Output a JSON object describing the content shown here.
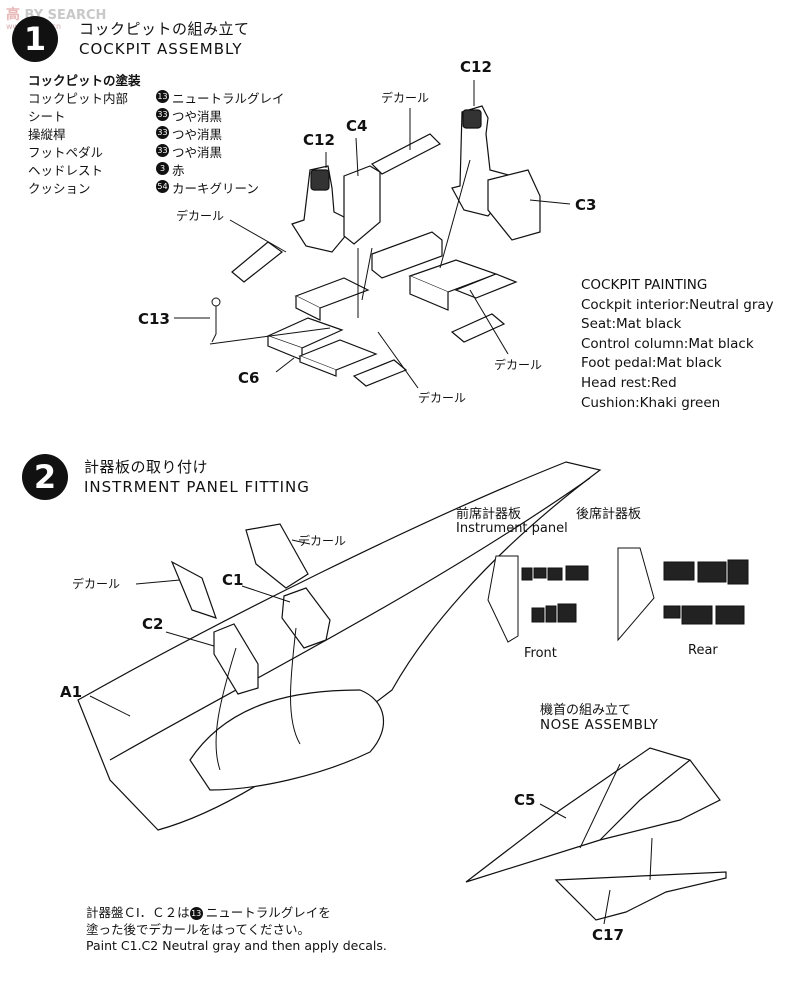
{
  "watermark": {
    "chars": "高",
    "text": "BY SEARCH",
    "url": "www.hsbdl.cn"
  },
  "step1": {
    "number": "1",
    "title_ja": "コックピットの組み立て",
    "title_en": "COCKPIT ASSEMBLY",
    "paint_heading_ja": "コックピットの塗装",
    "paint_rows": [
      {
        "part": "コックピット内部",
        "num": "13",
        "color": "ニュートラルグレイ"
      },
      {
        "part": "シート",
        "num": "33",
        "color": "つや消黒"
      },
      {
        "part": "操縦桿",
        "num": "33",
        "color": "つや消黒"
      },
      {
        "part": "フットペダル",
        "num": "33",
        "color": "つや消黒"
      },
      {
        "part": "ヘッドレスト",
        "num": "3",
        "color": "赤"
      },
      {
        "part": "クッション",
        "num": "54",
        "color": "カーキグリーン"
      }
    ],
    "labels": {
      "c12a": "C12",
      "c12b": "C12",
      "c4": "C4",
      "c3": "C3",
      "c13": "C13",
      "c6": "C6"
    },
    "decal": "デカール",
    "paint_en_heading": "COCKPIT PAINTING",
    "paint_en_rows": [
      "Cockpit interior:Neutral gray",
      "Seat:Mat black",
      "Control column:Mat black",
      "Foot pedal:Mat black",
      "Head rest:Red",
      "Cushion:Khaki green"
    ]
  },
  "step2": {
    "number": "2",
    "title_ja": "計器板の取り付け",
    "title_en": "INSTRMENT PANEL FITTING",
    "labels": {
      "c1": "C1",
      "c2": "C2",
      "a1": "A1"
    },
    "decal": "デカール",
    "panel_ja_front": "前席計器板",
    "panel_ja_rear": "後席計器板",
    "panel_en": "Instrument panel",
    "front": "Front",
    "rear": "Rear",
    "nose_ja": "機首の組み立て",
    "nose_en": "NOSE ASSEMBLY",
    "nose_labels": {
      "c5": "C5",
      "c17": "C17"
    },
    "note_ja_1": "計器盤ＣⅠ．Ｃ２は",
    "note_num": "13",
    "note_ja_1b": "ニュートラルグレイを",
    "note_ja_2": "塗った後でデカールをはってください。",
    "note_en": "Paint C1.C2 Neutral gray and then apply decals."
  }
}
